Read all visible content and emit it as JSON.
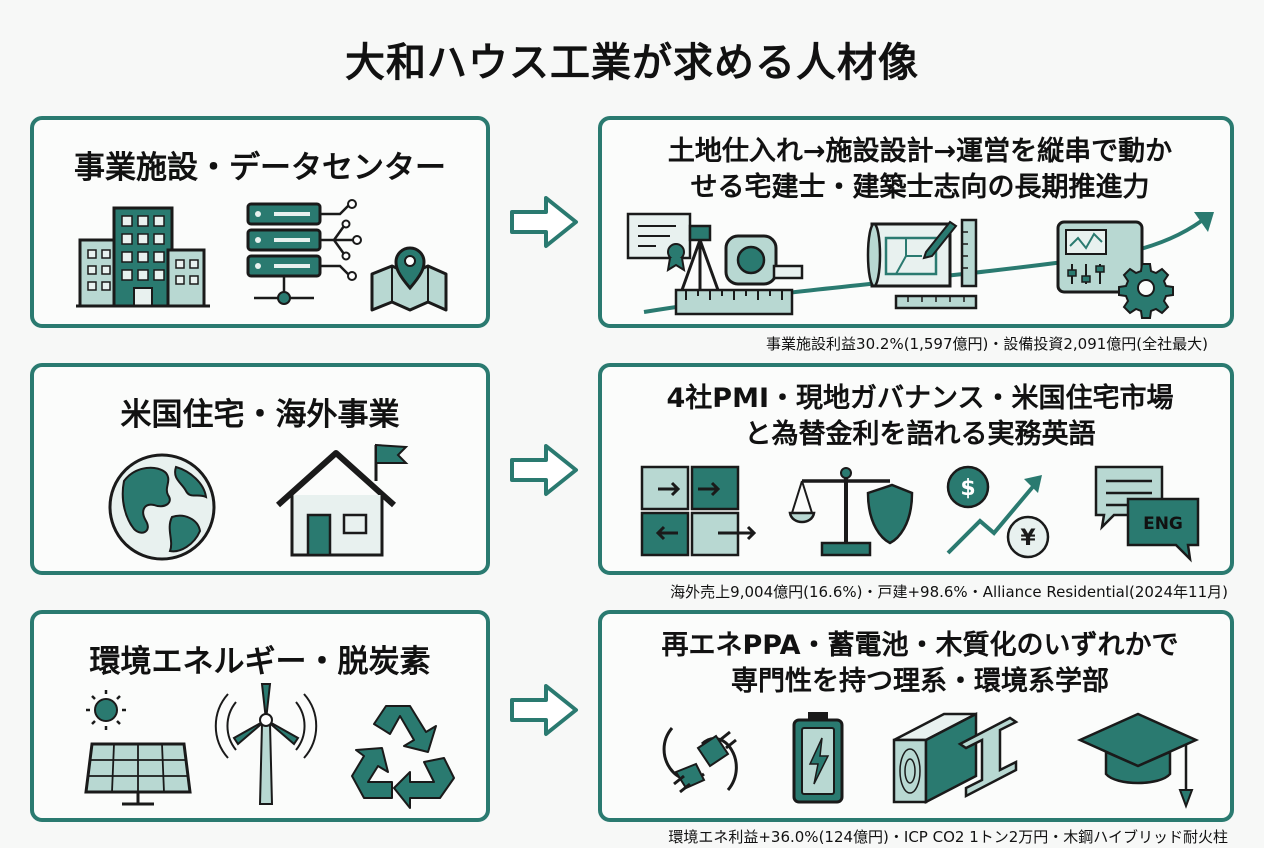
{
  "title": "大和ハウス工業が求める人材像",
  "colors": {
    "accent": "#2a7a70",
    "light": "#b8d8d2",
    "stroke": "#1a1a1a"
  },
  "rows": [
    {
      "category": "事業施設・データセンター",
      "category_icons": [
        "office-building-icon",
        "server-rack-icon",
        "map-pin-icon"
      ],
      "target_line1": "土地仕入れ→施設設計→運営を縦串で動か",
      "target_line2": "せる宅建士・建築士志向の長期推進力",
      "target_icons": [
        "certificate-icon",
        "surveying-tripod-icon",
        "tape-measure-icon",
        "blueprint-icon",
        "control-panel-icon",
        "gear-icon",
        "growth-arrow-icon"
      ],
      "note": "事業施設利益30.2%(1,597億円)・設備投資2,091億円(全社最大)"
    },
    {
      "category": "米国住宅・海外事業",
      "category_icons": [
        "globe-icon",
        "house-flag-icon"
      ],
      "target_line1": "4社PMI・現地ガバナンス・米国住宅市場",
      "target_line2": "と為替金利を語れる実務英語",
      "target_icons": [
        "puzzle-merge-icon",
        "scales-shield-icon",
        "currency-chart-icon",
        "speech-bubble-eng-icon"
      ],
      "eng_label": "ENG",
      "note": "海外売上9,004億円(16.6%)・戸建+98.6%・Alliance Residential(2024年11月)"
    },
    {
      "category": "環境エネルギー・脱炭素",
      "category_icons": [
        "solar-panel-icon",
        "wind-turbine-icon",
        "recycle-icon"
      ],
      "target_line1": "再エネPPA・蓄電池・木質化のいずれかで",
      "target_line2": "専門性を持つ理系・環境系学部",
      "target_icons": [
        "plug-icon",
        "battery-icon",
        "timber-steel-icon",
        "graduation-cap-icon"
      ],
      "note": "環境エネ利益+36.0%(124億円)・ICP CO2 1トン2万円・木鋼ハイブリッド耐火柱"
    }
  ]
}
